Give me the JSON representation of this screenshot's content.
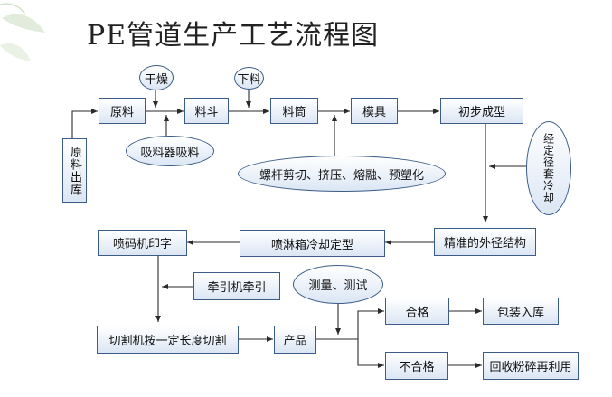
{
  "title": "PE管道生产工艺流程图",
  "nodes": {
    "raw_out": "原料出库",
    "raw": "原料",
    "dry": "干燥",
    "suction": "吸料器吸料",
    "hopper": "料斗",
    "feed": "下料",
    "barrel": "料筒",
    "screw": "螺杆剪切、挤压、熔融、预塑化",
    "die": "模具",
    "preform": "初步成型",
    "sizing": "经定径套冷却",
    "outer": "精准的外径结构",
    "spray": "喷淋箱冷却定型",
    "print": "喷码机印字",
    "tractor": "牵引机牵引",
    "measure": "测量、测试",
    "cut": "切割机按一定长度切割",
    "product": "产品",
    "pass": "合格",
    "pack": "包装入库",
    "fail": "不合格",
    "recycle": "回收粉碎再利用"
  },
  "colors": {
    "line": "#2a2a2a",
    "border": "#3b5c86",
    "fill_top": "#ffffff",
    "fill_bottom": "#dbe6f4"
  }
}
